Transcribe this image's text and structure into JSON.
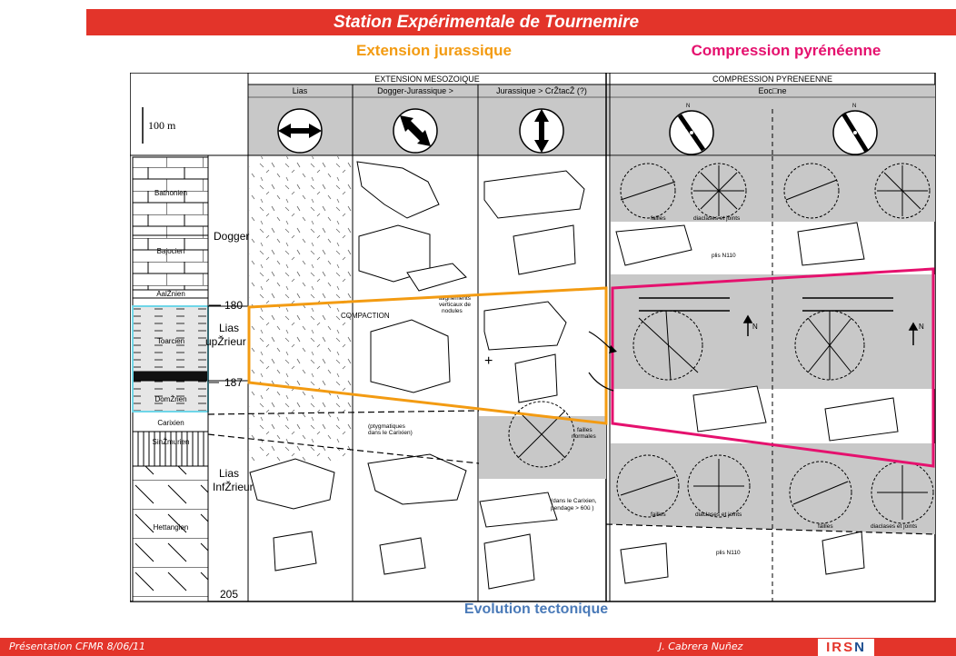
{
  "slide": {
    "title": "Station Expérimentale de Tournemire",
    "heading_left": "Extension jurassique",
    "heading_right": "Compression pyrénéenne",
    "bottom_caption": "Evolution tectonique",
    "footer_left": "Présentation CFMR 8/06/11",
    "footer_right": "J. Cabrera Nuñez",
    "logo_text": "IRS",
    "logo_accent": "N"
  },
  "colors": {
    "title_bar": "#e3342a",
    "extension_orange": "#f39b12",
    "compression_magenta": "#e5116e",
    "caption_blue": "#4a7ab8",
    "highlight_cyan": "#6fd6e8",
    "panel_grey": "#c8c8c8"
  },
  "diagram": {
    "header_extension": "EXTENSION MESOZOIQUE",
    "header_compression": "COMPRESSION PYRENEENNE",
    "col_lias": "Lias",
    "col_dogger": "Dogger-Jurassique >",
    "col_jurassique": "Jurassique > CrŽtacŽ (?)",
    "col_eocene": "Eoc□ne",
    "scale": "100 m",
    "strata": [
      "Bathonien",
      "Bajocien",
      "AalŽnien",
      "Toarcien",
      "DomŽrien",
      "Carixien",
      "SinŽmurien",
      "Hettangien"
    ],
    "series": [
      "Dogger",
      "Lias",
      "upŽrieur",
      "Lias",
      "InfŽrieur"
    ],
    "depths": [
      "180",
      "187",
      "205"
    ],
    "annotations": {
      "compaction": "COMPACTION",
      "alignements": "alignements",
      "verticaux": "verticaux de",
      "nodules": "nodules",
      "ptyg1": "(ptygmatiques",
      "ptyg2": "dans le Carixien)",
      "failles": "failles",
      "diaclases": "diaclases et joints",
      "plis": "plis N110",
      "failles_norm1": "failles",
      "failles_norm2": "normales",
      "carixien1": "(dans le Carixien,",
      "carixien2": "pendage > 60û )",
      "north": "N",
      "plus": "+"
    }
  }
}
